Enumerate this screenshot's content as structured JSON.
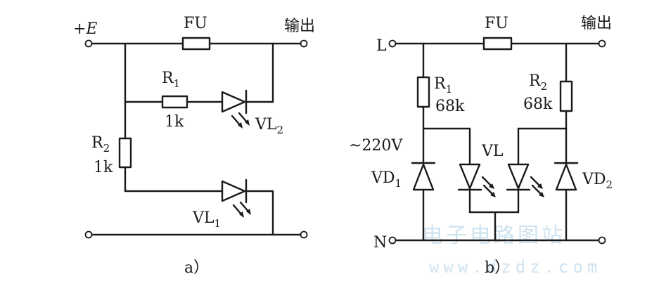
{
  "diagram_a": {
    "caption": "a）",
    "input_label": "+E",
    "fuse_label": "FU",
    "output_label": "输出",
    "r1": {
      "name": "R",
      "sub": "1",
      "value": "1k"
    },
    "r2": {
      "name": "R",
      "sub": "2",
      "value": "1k"
    },
    "vl1": {
      "name": "VL",
      "sub": "1"
    },
    "vl2": {
      "name": "VL",
      "sub": "2"
    }
  },
  "diagram_b": {
    "caption": "b）",
    "line_label": "L",
    "neutral_label": "N",
    "fuse_label": "FU",
    "output_label": "输出",
    "voltage_label": "~220V",
    "r1": {
      "name": "R",
      "sub": "1",
      "value": "68k"
    },
    "r2": {
      "name": "R",
      "sub": "2",
      "value": "68k"
    },
    "vd1": {
      "name": "VD",
      "sub": "1"
    },
    "vd2": {
      "name": "VD",
      "sub": "2"
    },
    "vl": {
      "name": "VL"
    }
  },
  "watermark": {
    "line1": "电子电路图站",
    "line2": "www.dzdz.com"
  }
}
